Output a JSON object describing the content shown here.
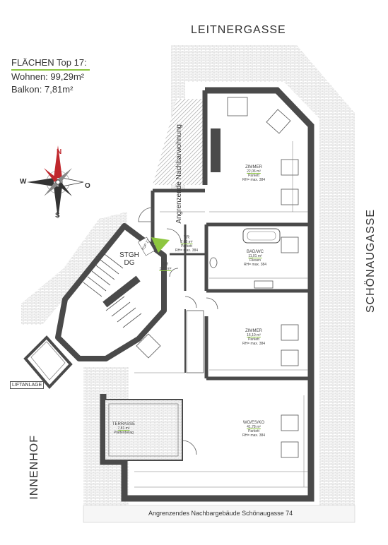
{
  "streets": {
    "top": "LEITNERGASSE",
    "right": "SCHÖNAUGASSE",
    "left": "INNENHOF"
  },
  "areas": {
    "title": "FLÄCHEN Top 17:",
    "living": "Wohnen: 99,29m²",
    "balcony": "Balkon: 7,81m²"
  },
  "compass": {
    "n": "N",
    "s": "S",
    "w": "W",
    "o": "O"
  },
  "neighbors": {
    "left_upper": "Angrenzende Nachbarwohnung",
    "bottom": "Angrenzendes Nachbargebäude Schönaugasse 74"
  },
  "labels": {
    "stairwell": "STGH DG",
    "lift": "LIFTANLAGE",
    "top_marker": "TOP 17"
  },
  "rooms": [
    {
      "key": "zimmer1",
      "name": "ZIMMER",
      "area": "22,06 m²",
      "floor": "Parkett",
      "height": "RH= max. 384"
    },
    {
      "key": "vr",
      "name": "VR",
      "area": "7,08 m²",
      "floor": "Parkett",
      "height": "RH= max. 384"
    },
    {
      "key": "ar",
      "name": "AR",
      "area": "1,27 m²",
      "floor": "",
      "height": ""
    },
    {
      "key": "bad",
      "name": "BAD/WC",
      "area": "11,01 m²",
      "floor": "Fliesen",
      "height": "RH= max. 384"
    },
    {
      "key": "zimmer2",
      "name": "ZIMMER",
      "area": "16,10 m²",
      "floor": "Parkett",
      "height": "RH= max. 384"
    },
    {
      "key": "wo",
      "name": "WO/ES/KO",
      "area": "41,78 m²",
      "floor": "Parkett",
      "height": "RH= max. 384"
    },
    {
      "key": "terrasse",
      "name": "TERRASSE",
      "area": "7,81 m²",
      "floor": "Plattenbelag",
      "height": ""
    }
  ],
  "colors": {
    "wall": "#4a4a4a",
    "hatch": "#b8b8b8",
    "accent": "#8dc63f",
    "compass_red": "#c0272d"
  }
}
